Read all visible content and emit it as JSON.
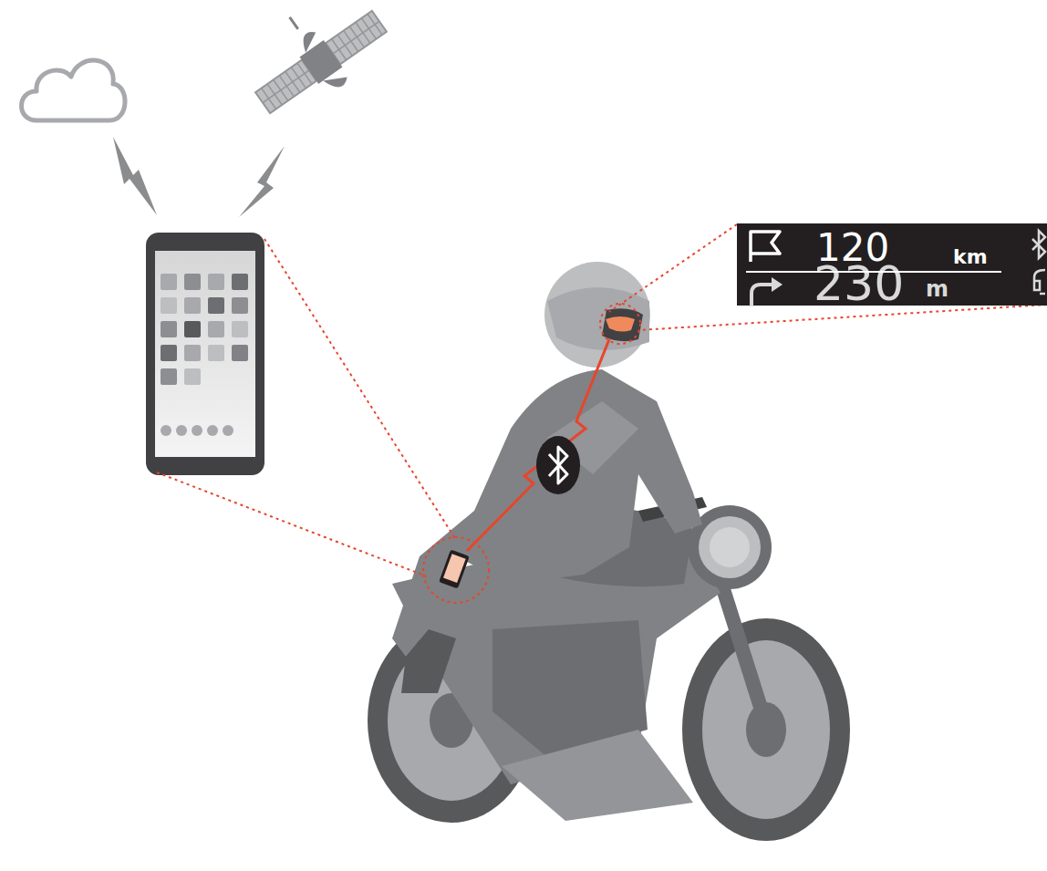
{
  "diagram": {
    "nodes": [
      {
        "text": [
          "120",
          "km",
          "230",
          "m"
        ]
      }
    ]
  }
}
